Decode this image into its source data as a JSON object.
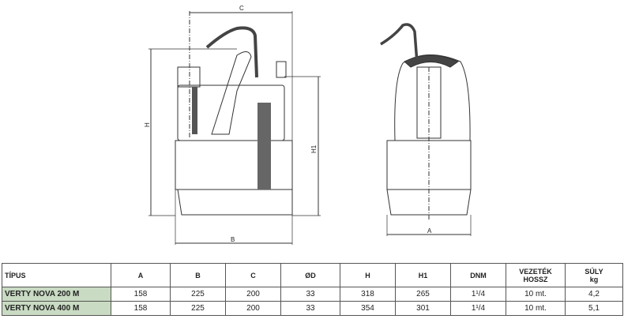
{
  "drawing": {
    "dimension_labels": {
      "C": "C",
      "H": "H",
      "B": "B",
      "H1": "H1",
      "A": "A"
    }
  },
  "table": {
    "headers": [
      "TÍPUS",
      "A",
      "B",
      "C",
      "ØD",
      "H",
      "H1",
      "DNM",
      "VEZETÉK HOSSZ",
      "SÚLY kg"
    ],
    "rows": [
      [
        "VERTY NOVA 200 M",
        "158",
        "225",
        "200",
        "33",
        "318",
        "265",
        "1¹/4",
        "10 mt.",
        "4,2"
      ],
      [
        "VERTY NOVA 400 M",
        "158",
        "225",
        "200",
        "33",
        "354",
        "301",
        "1¹/4",
        "10 mt.",
        "5,1"
      ]
    ]
  }
}
